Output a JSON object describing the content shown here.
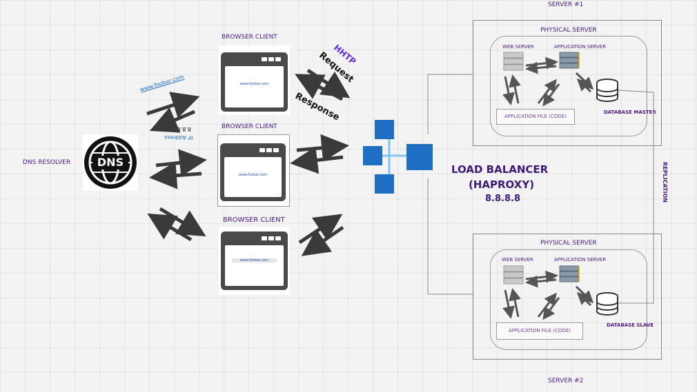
{
  "labels": {
    "server1": "SERVER #1",
    "server2": "SERVER #2",
    "physical_server_1": "PHYSICAL SERVER",
    "physical_server_2": "PHYSICAL SERVER",
    "web_server_1": "WEB SERVER",
    "web_server_2": "WEB SERVER",
    "app_server_1": "APPLICATION SERVER",
    "app_server_2": "APPLICATION SERVER",
    "app_file_1": "APPLICATION FILE (CODE)",
    "app_file_2": "APPLICATION FILE (CODE)",
    "db_master": "DATABASE MASTER",
    "db_slave": "DATABASE SLAVE",
    "replication": "REPLICATION",
    "dns_resolver": "DNS RESOLVER",
    "dns_icon_text": "DNS",
    "browser_client_1": "BROWSER CLIENT",
    "browser_client_2": "BROWSER CLIENT",
    "browser_client_3": "BROWSER CLIENT",
    "url": "www.foobar.com",
    "ip_address": "IP Address",
    "ip_value": "8.8.8.8",
    "http": "HHTP",
    "request": "Request",
    "response": "Response",
    "lb_line1": "LOAD BALANCER",
    "lb_line2": "(HAPROXY)",
    "lb_line3": "8.8.8.8"
  },
  "colors": {
    "label_purple": "#4a1a8a",
    "lb_purple": "#3d1a78",
    "lb_blue": "#1e6fc4",
    "arrow": "#3a3a3a",
    "link_blue": "#1a6fd4"
  },
  "icons": {
    "dns": "dns-globe-icon",
    "browser": "browser-window-icon",
    "web_server": "server-rack-icon",
    "app_server": "server-rack-icon",
    "database": "database-icon",
    "load_balancer": "load-balancer-icon"
  }
}
